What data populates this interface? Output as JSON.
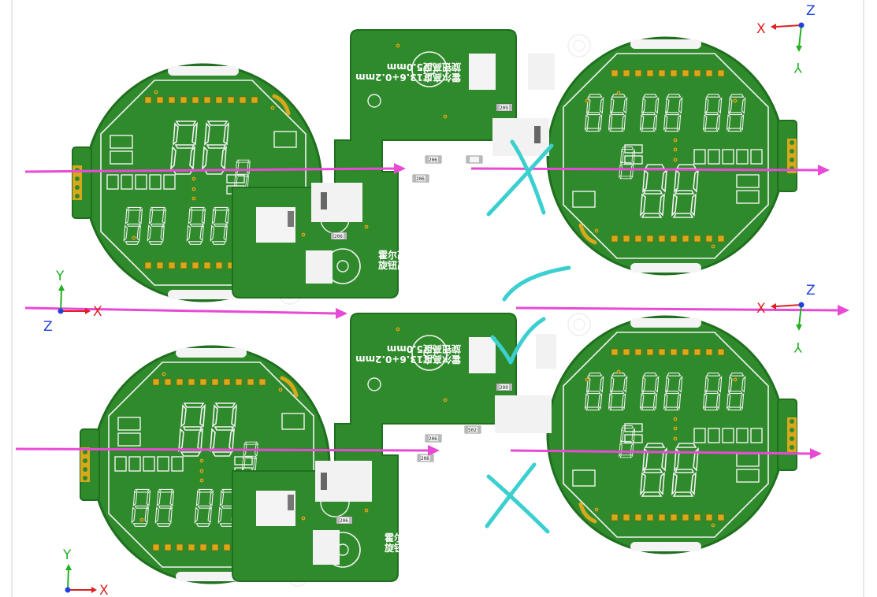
{
  "colors": {
    "board": "#2f8a2c",
    "board_edge": "#1f6f1e",
    "trace": "#3a9a35",
    "pad": "#d8a81a",
    "silkscreen": "#ffffff",
    "cut_line": "#e84ad6",
    "annotation_mark": "#3ccfcf",
    "axis_x": "#e02020",
    "axis_y": "#20b020",
    "axis_z": "#2040e0"
  },
  "silk_texts": {
    "hall_height": "霍尔高度13.6+0.2mm",
    "knob_height": "旋钮高度5.0mm"
  },
  "axis_labels": {
    "x": "X",
    "y": "Y",
    "z": "Z"
  },
  "chip_labels": {
    "r1": "206",
    "r2": "209",
    "r3": "502"
  },
  "annotations": [
    "cross-mark",
    "check-mark",
    "check-mark",
    "cross-mark"
  ]
}
